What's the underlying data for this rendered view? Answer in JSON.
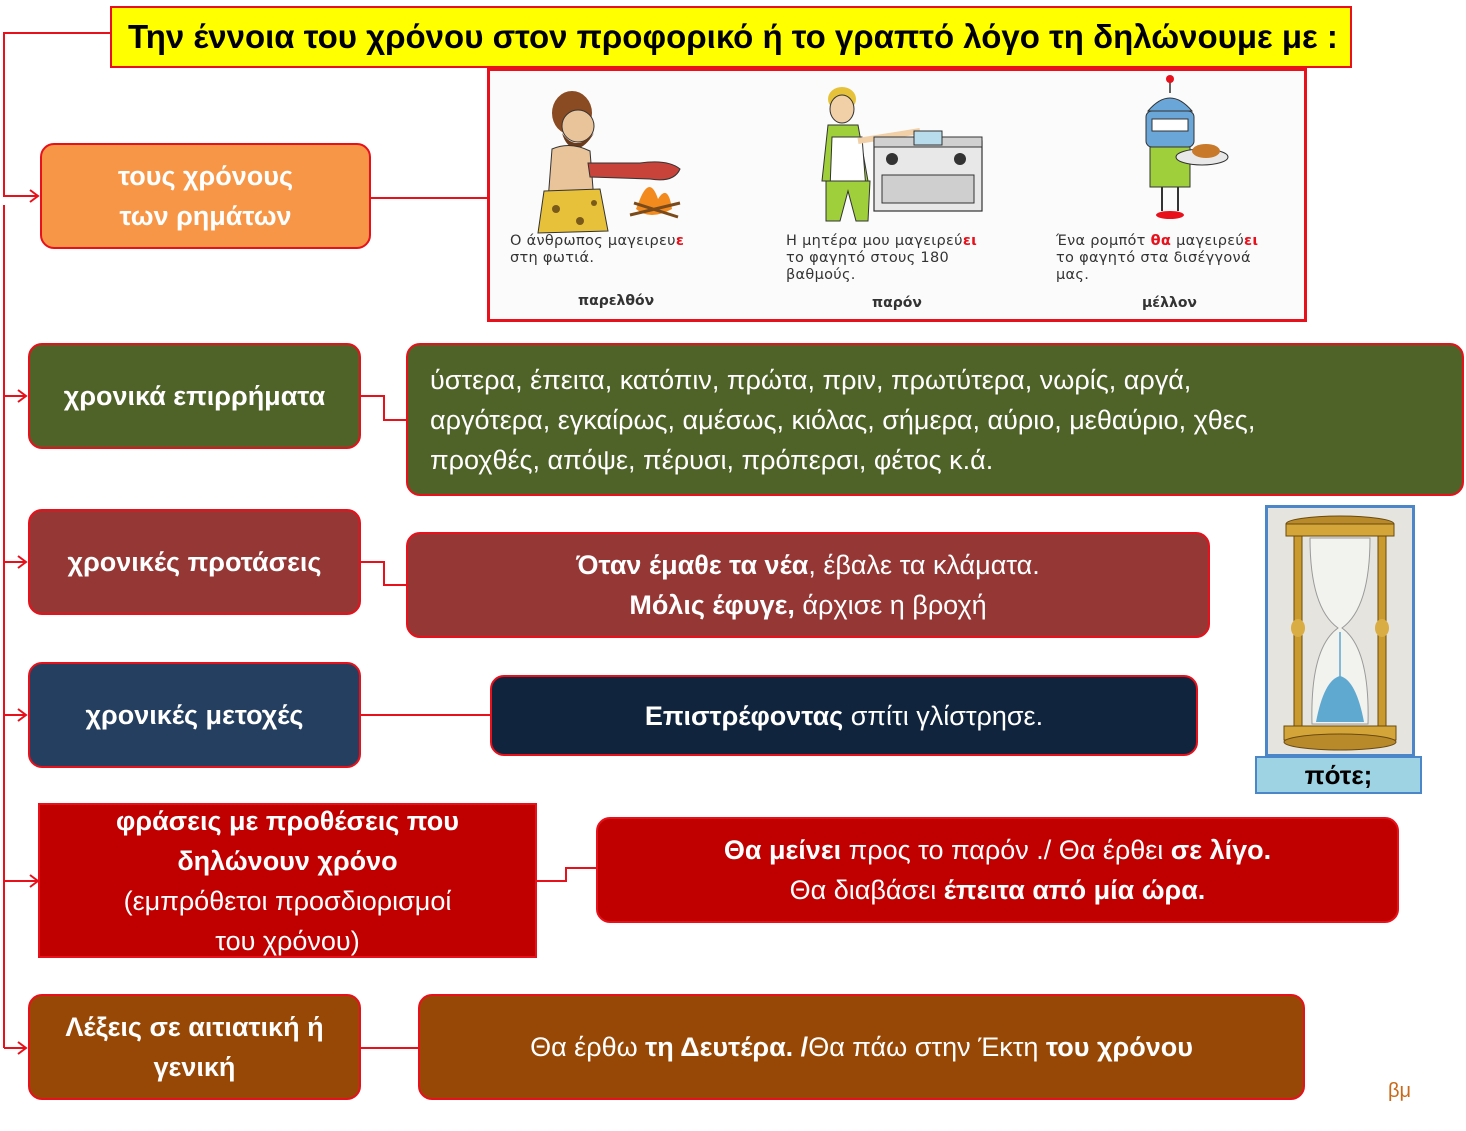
{
  "title": "Την έννοια του χρόνου στον προφορικό ή το γραπτό λόγο τη δηλώνουμε με :",
  "colors": {
    "connector": "#e8101a",
    "title_bg": "#ffff00",
    "verb_tenses": "#f79646",
    "adverbs": "#4f6228",
    "clauses": "#953735",
    "participles": "#243f60",
    "participles_example": "#10243e",
    "prepositions": "#c00000",
    "accusative": "#974806",
    "question_bg": "#9dd3e2"
  },
  "categories": {
    "verb_tenses": {
      "line1": "τους χρόνους",
      "line2": "των ρημάτων"
    },
    "adverbs": {
      "label": "χρονικά επιρρήματα"
    },
    "clauses": {
      "label": "χρονικές προτάσεις"
    },
    "participles": {
      "label": "χρονικές μετοχές"
    },
    "prepositions": {
      "line1": "φράσεις με προθέσεις που",
      "line2": "δηλώνουν χρόνο",
      "line3": "(εμπρόθετοι  προσδιορισμοί",
      "line4": "του χρόνου)"
    },
    "accusative": {
      "line1": "Λέξεις σε αιτιατική  ή",
      "line2": "γενική"
    }
  },
  "examples": {
    "adverbs": {
      "line1": "ύστερα, έπειτα, κατόπιν, πρώτα, πριν, πρωτύτερα, νωρίς, αργά,",
      "line2": "αργότερα, εγκαίρως, αμέσως, κιόλας, σήμερα, αύριο, μεθαύριο, χθες,",
      "line3": "προχθές, απόψε, πέρυσι, πρόπερσι, φέτος κ.ά."
    },
    "clauses": {
      "line1_bold": "Όταν έμαθε τα νέα",
      "line1_rest": ", έβαλε τα κλάματα.",
      "line2_bold": "Μόλις έφυγε,",
      "line2_rest": " άρχισε η βροχή"
    },
    "participles": {
      "bold": "Επιστρέφοντας",
      "rest": " σπίτι γλίστρησε."
    },
    "prepositions": {
      "l1_bold1": "Θα μείνει",
      "l1_mid": " προς το παρόν ./ Θα έρθει ",
      "l1_bold2": "σε λίγο.",
      "l2_start": "Θα διαβάσει ",
      "l2_bold": "έπειτα από μία ώρα."
    },
    "accusative": {
      "start": "Θα έρθω ",
      "bold1": "τη Δευτέρα.  /",
      "mid": "Θα πάω στην Έκτη ",
      "bold2": "του χρόνου"
    }
  },
  "illustration": {
    "past": {
      "caption_start": "Ο άνθρωπος μαγειρευ",
      "caption_red": "ε",
      "caption_line2": "στη φωτιά.",
      "label": "παρελθόν"
    },
    "present": {
      "caption_start": "Η μητέρα μου μαγειρεύ",
      "caption_red": "ει",
      "caption_line2": "το φαγητό στους 180",
      "caption_line3": "βαθμούς.",
      "label": "παρόν"
    },
    "future": {
      "caption_start": "Ένα ρομπότ ",
      "caption_red1": "θα",
      "caption_mid": " μαγειρεύ",
      "caption_red2": "ει",
      "caption_line2": "το φαγητό στα δισέγγονά",
      "caption_line3": "μας.",
      "label": "μέλλον"
    }
  },
  "question": "πότε;",
  "signature": "βμ"
}
